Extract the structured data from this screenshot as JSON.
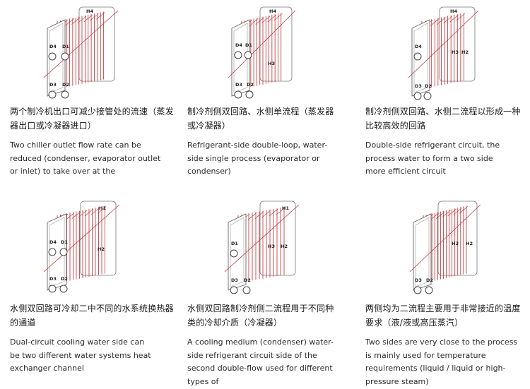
{
  "cells": [
    {
      "zh": "两个制冷机出口可减少接管处的流速（蒸发器出口或冷凝器进口）",
      "en": "Two chiller outlet flow rate can be reduced (condenser, evaporator outlet or inlet) to take over at the",
      "ports": [
        "H4",
        "D4",
        "D1",
        "D3",
        "D2"
      ]
    },
    {
      "zh": "制冷剂侧双回路、水侧单流程（蒸发器或冷凝器）",
      "en": "Refrigerant-side double-loop, water-side single process (evaporator or condenser)",
      "ports": [
        "H4",
        "D4",
        "D1",
        "H3",
        "D3",
        "D2"
      ]
    },
    {
      "zh": "制冷剂侧双回路、水侧二流程以形成一种比较高效的回路",
      "en": "Double-side refrigerant circuit, the process water to form a two side more efficient circuit",
      "ports": [
        "H4",
        "D4",
        "H3",
        "H2",
        "D3",
        "D2"
      ]
    },
    {
      "zh": "水侧双回路可冷却二中不同的水系统换热器的通道",
      "en": "Dual-circuit cooling water side can be two different water systems heat exchanger channel",
      "ports": [
        "H1",
        "D4",
        "D1",
        "H2",
        "D3",
        "D2"
      ]
    },
    {
      "zh": "水侧双回路制冷剂侧二流程用于不同种类的冷却介质（冷凝器）",
      "en": "A cooling medium (condenser) water-side refrigerant circuit side of the second double-flow used for different types of",
      "ports": [
        "H1",
        "D1",
        "H3",
        "H2",
        "D3",
        "D2"
      ]
    },
    {
      "zh": "两侧均为二流程主要用于非常接近的温度要求（液/液或高压蒸汽）",
      "en": "Two sides are very close to the process is mainly used for temperature requirements (liquid / liquid or high-pressure steam)",
      "ports": [
        "H3",
        "H2",
        "D3",
        "D2"
      ]
    }
  ]
}
